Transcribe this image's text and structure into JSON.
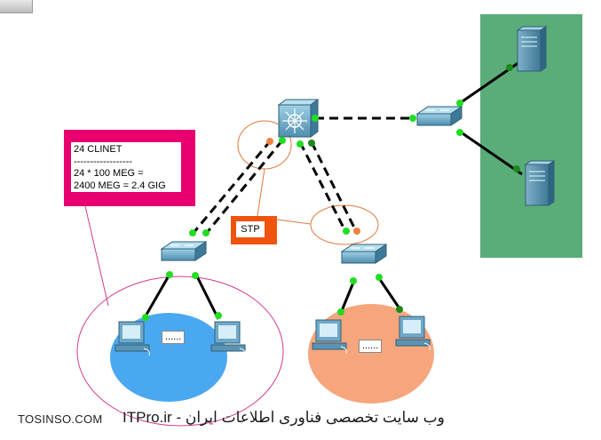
{
  "note": {
    "line1": "24 CLINET",
    "line2": "------------------",
    "line3": "24 * 100 MEG =",
    "line4": "2400 MEG = 2.4 GIG"
  },
  "stp_label": "STP",
  "lan_left_dots": "......",
  "lan_right_dots": "......",
  "footer": {
    "left": "TOSINSO.COM",
    "right": "ITPro.ir - وب سایت تخصصی فناوری اطلاعات ایران"
  },
  "colors": {
    "server_zone": "#5aad79",
    "lan_left": "#4aa8f0",
    "lan_right": "#f7a57c",
    "note_border": "#e8006e",
    "stp_box": "#f0530e",
    "link_up": "#22dd22",
    "link_blocked": "#f08040"
  }
}
